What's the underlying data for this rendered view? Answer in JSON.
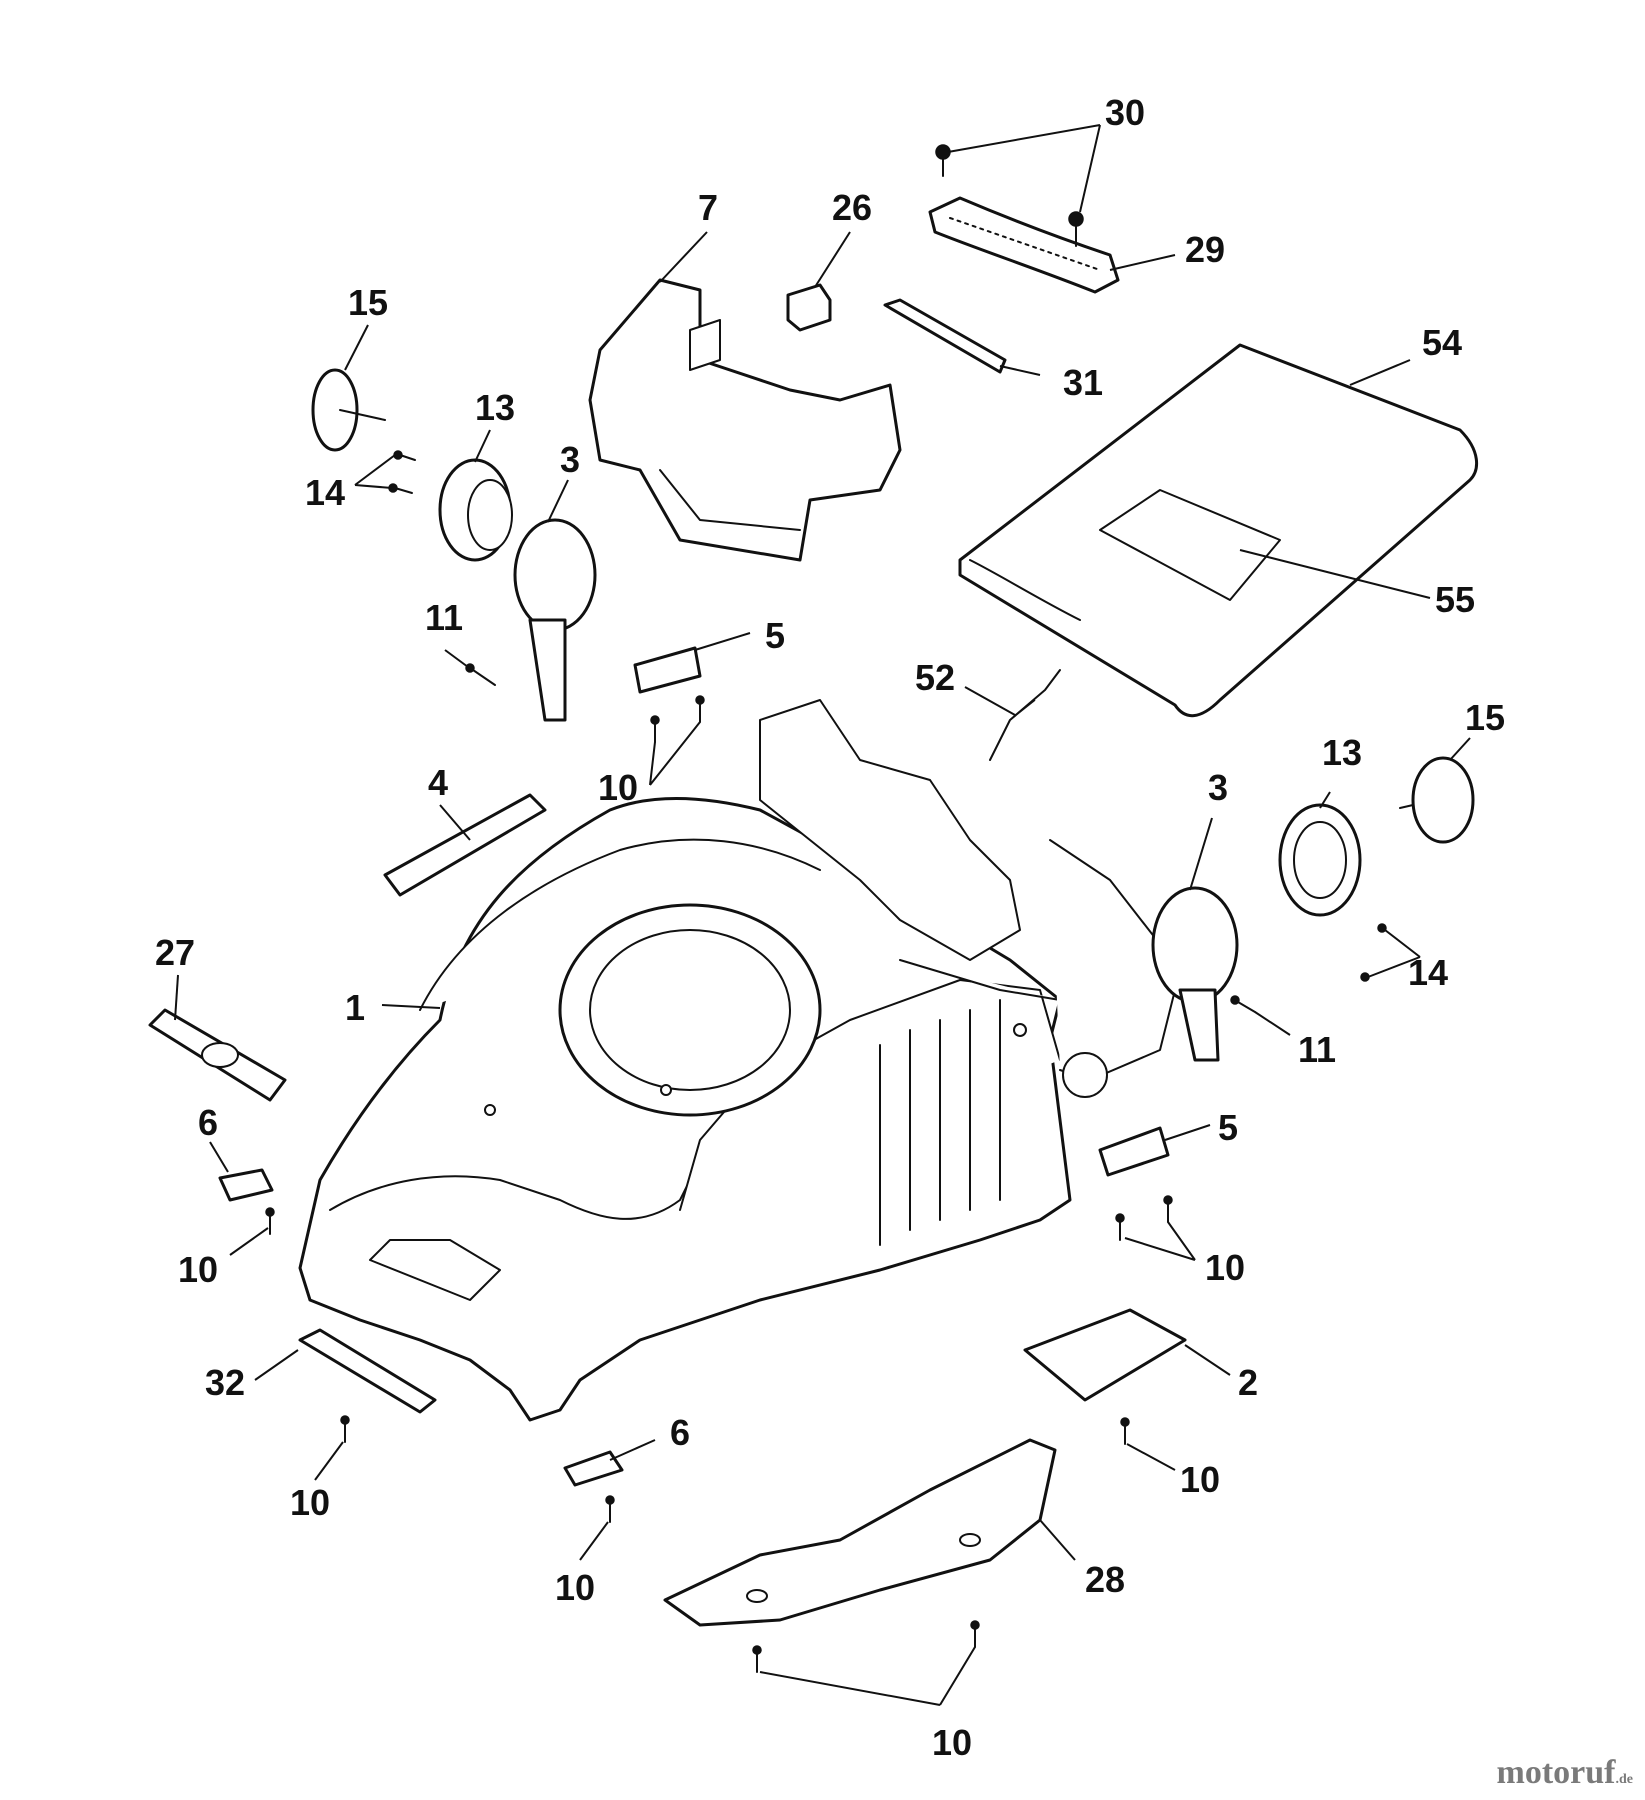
{
  "callouts": {
    "c30": "30",
    "c7": "7",
    "c26": "26",
    "c29": "29",
    "c54": "54",
    "c31": "31",
    "c15a": "15",
    "c13a": "13",
    "c14a": "14",
    "c3a": "3",
    "c11a": "11",
    "c5a": "5",
    "c55": "55",
    "c52": "52",
    "c10a": "10",
    "c4": "4",
    "c15b": "15",
    "c13b": "13",
    "c3b": "3",
    "c27": "27",
    "c1": "1",
    "c14b": "14",
    "c11b": "11",
    "c6a": "6",
    "c5b": "5",
    "c10b": "10",
    "c10c": "10",
    "c2": "2",
    "c32": "32",
    "c6b": "6",
    "c10d": "10",
    "c10e": "10",
    "c10f": "10",
    "c28": "28",
    "c10g": "10"
  },
  "watermark": {
    "brand": "motoruf",
    "tld": ".de"
  }
}
